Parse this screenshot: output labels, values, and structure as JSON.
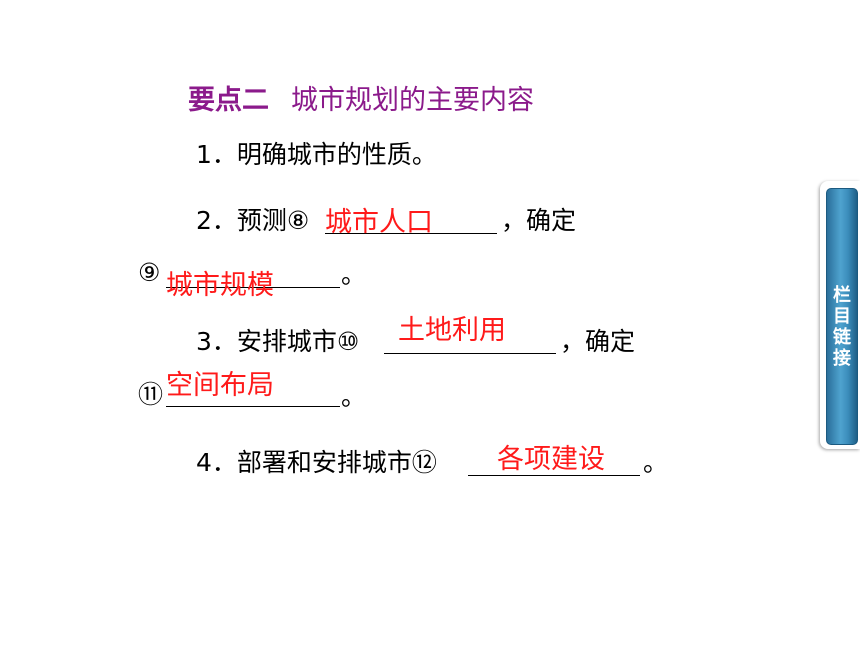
{
  "title": {
    "key": "要点二",
    "text": "城市规划的主要内容"
  },
  "items": [
    {
      "text": "1．明确城市的性质。"
    },
    {
      "prefix": "2．预测⑧",
      "mid": "，确定",
      "mark2": "⑨",
      "suffix2": "。",
      "answer1": "城市人口",
      "answer2": "城市规模"
    },
    {
      "prefix": "3．安排城市⑩",
      "mid": "，确定",
      "mark2": "⑪",
      "suffix2": "。",
      "answer1": "土地利用",
      "answer2": "空间布局"
    },
    {
      "prefix": "4．部署和安排城市⑫",
      "suffix": "。",
      "answer1": "各项建设"
    }
  ],
  "side_nav": {
    "label_chars": [
      "栏",
      "目",
      "链",
      "接"
    ]
  },
  "colors": {
    "title": "#8b1a8b",
    "answer": "#ff1a1a",
    "tab_blue": "#3b8dbb"
  }
}
